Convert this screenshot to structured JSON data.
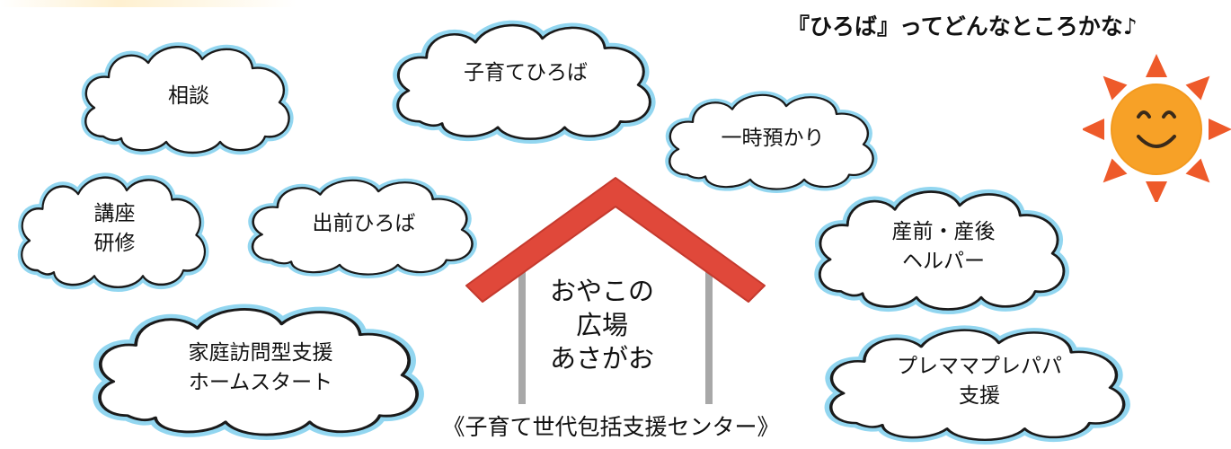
{
  "heading": "『ひろば』ってどんなところかな♪",
  "center": {
    "name_lines": [
      "おやこの",
      "広場",
      "あさがお"
    ],
    "subtitle": "《子育て世代包括支援センター》"
  },
  "services": {
    "sodan": [
      "相談"
    ],
    "kosodate_hiroba": [
      "子育てひろば"
    ],
    "ichiji_azukari": [
      "一時預かり"
    ],
    "koza_kenshu": [
      "講座",
      "研修"
    ],
    "demae_hiroba": [
      "出前ひろば"
    ],
    "sanzen_sango_helper": [
      "産前・産後",
      "ヘルパー"
    ],
    "kateihomon": [
      "家庭訪問型支援",
      "ホームスタート"
    ],
    "premama_prepapa": [
      "プレママプレパパ",
      "支援"
    ]
  },
  "colors": {
    "cloud_glow": "#7fd0ee",
    "cloud_outline": "#1a1a1a",
    "roof": "#e0483a",
    "wall": "#a8a8a8",
    "sun_body": "#f7a127",
    "sun_rays": "#ee5a2a"
  },
  "icons": {
    "house": "house-icon",
    "sun": "sun-icon"
  }
}
